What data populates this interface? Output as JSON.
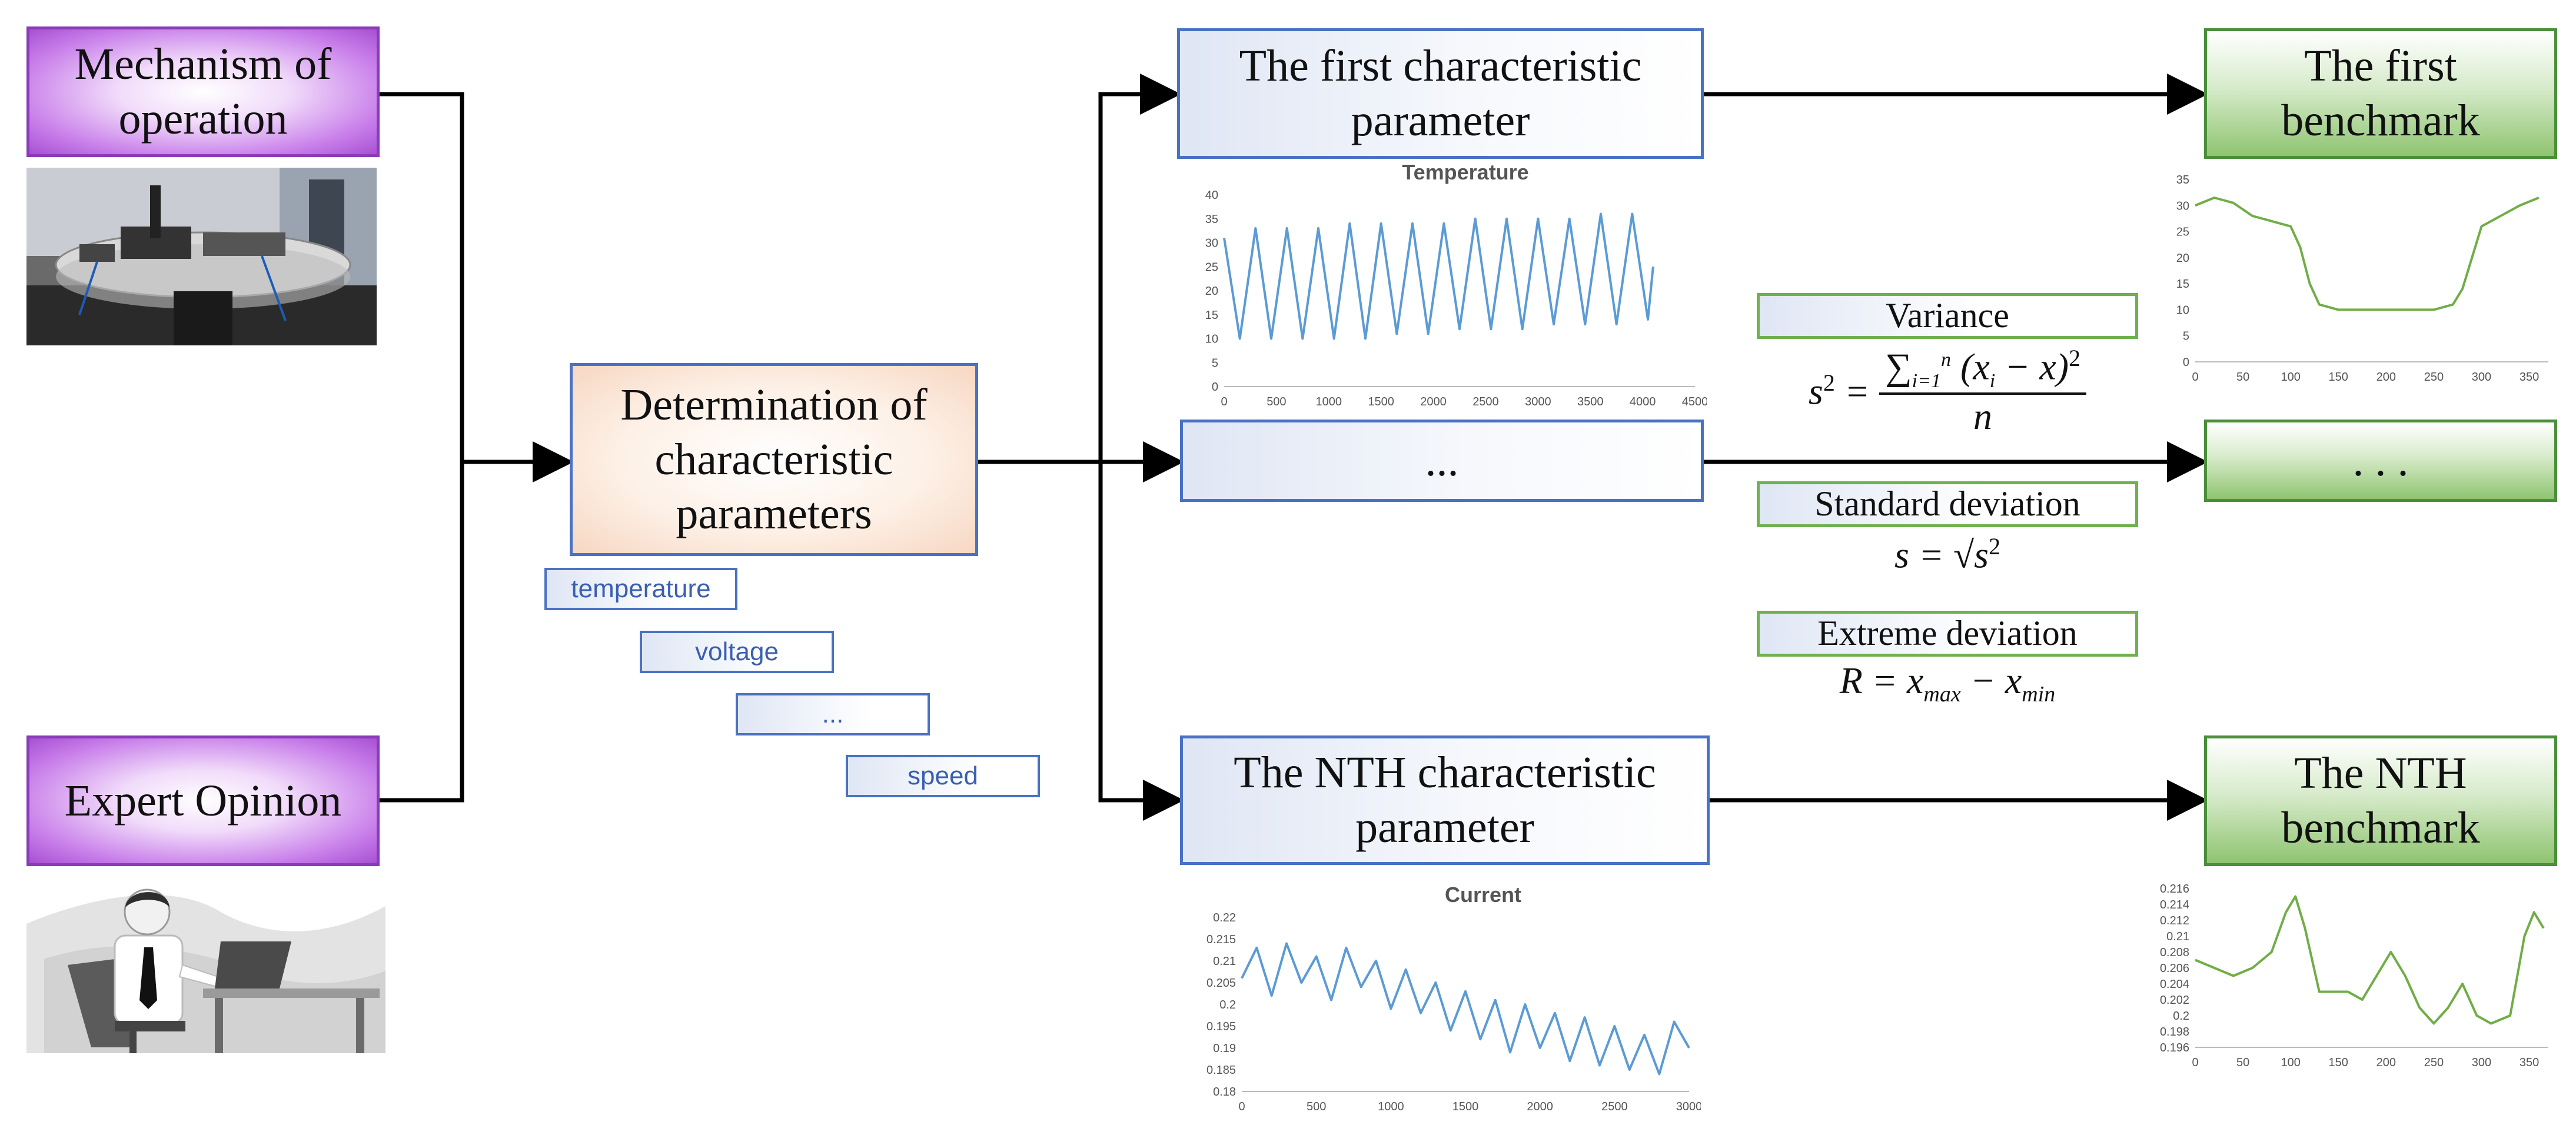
{
  "inputs": {
    "mechanism": "Mechanism of operation",
    "expert": "Expert Opinion"
  },
  "determination": {
    "label": "Determination of characteristic parameters",
    "tags": [
      "temperature",
      "voltage",
      "...",
      "speed"
    ]
  },
  "params": {
    "first": "The first characteristic parameter",
    "middle": "...",
    "nth": "The NTH characteristic parameter"
  },
  "benchmarks": {
    "first": "The first benchmark",
    "middle": ". . .",
    "nth": "The NTH benchmark"
  },
  "formulas": {
    "variance_label": "Variance",
    "std_label": "Standard deviation",
    "extreme_label": "Extreme deviation"
  },
  "icons": [
    "turntable-photo",
    "businessman-laptop-illustration"
  ],
  "colors": {
    "purple": "#a850d3",
    "blue_border": "#4a72c4",
    "green": "#8fc470",
    "chart_blue": "#5b9bd5",
    "chart_green": "#70ad47"
  },
  "chart_data": [
    {
      "id": "temperature",
      "type": "line",
      "title": "Temperature",
      "xlim": [
        0,
        4500
      ],
      "ylim": [
        0,
        40
      ],
      "xticks": [
        0,
        500,
        1000,
        1500,
        2000,
        2500,
        3000,
        3500,
        4000,
        4500
      ],
      "yticks": [
        0,
        5,
        10,
        15,
        20,
        25,
        30,
        35,
        40
      ],
      "x": [
        0,
        150,
        300,
        450,
        600,
        750,
        900,
        1050,
        1200,
        1350,
        1500,
        1650,
        1800,
        1950,
        2100,
        2250,
        2400,
        2550,
        2700,
        2850,
        3000,
        3150,
        3300,
        3450,
        3600,
        3750,
        3900,
        4050,
        4100
      ],
      "values": [
        31,
        10,
        33,
        10,
        33,
        10,
        33,
        10,
        34,
        10,
        34,
        11,
        34,
        11,
        34,
        12,
        35,
        12,
        35,
        12,
        35,
        13,
        35,
        13,
        36,
        13,
        36,
        14,
        25
      ],
      "color": "#5b9bd5"
    },
    {
      "id": "current",
      "type": "line",
      "title": "Current",
      "xlim": [
        0,
        3000
      ],
      "ylim": [
        0.18,
        0.22
      ],
      "xticks": [
        0,
        500,
        1000,
        1500,
        2000,
        2500,
        3000
      ],
      "yticks": [
        0.18,
        0.185,
        0.19,
        0.195,
        0.2,
        0.205,
        0.21,
        0.215,
        0.22
      ],
      "x": [
        0,
        100,
        200,
        300,
        400,
        500,
        600,
        700,
        800,
        900,
        1000,
        1100,
        1200,
        1300,
        1400,
        1500,
        1600,
        1700,
        1800,
        1900,
        2000,
        2100,
        2200,
        2300,
        2400,
        2500,
        2600,
        2700,
        2800,
        2900,
        3000
      ],
      "values": [
        0.206,
        0.213,
        0.202,
        0.214,
        0.205,
        0.211,
        0.201,
        0.213,
        0.204,
        0.21,
        0.199,
        0.208,
        0.198,
        0.205,
        0.194,
        0.203,
        0.192,
        0.201,
        0.189,
        0.2,
        0.19,
        0.198,
        0.187,
        0.197,
        0.186,
        0.195,
        0.185,
        0.193,
        0.184,
        0.196,
        0.19
      ],
      "color": "#5b9bd5"
    },
    {
      "id": "benchmark-first",
      "type": "line",
      "xlim": [
        0,
        370
      ],
      "ylim": [
        0,
        35
      ],
      "xticks": [
        0,
        50,
        100,
        150,
        200,
        250,
        300,
        350
      ],
      "yticks": [
        0,
        5,
        10,
        15,
        20,
        25,
        30,
        35
      ],
      "x": [
        0,
        20,
        40,
        60,
        80,
        100,
        110,
        120,
        130,
        150,
        200,
        250,
        270,
        280,
        290,
        300,
        320,
        340,
        360
      ],
      "values": [
        30,
        31.5,
        30.5,
        28,
        27,
        26,
        22,
        15,
        11,
        10,
        10,
        10,
        11,
        14,
        20,
        26,
        28,
        30,
        31.5
      ],
      "color": "#70ad47"
    },
    {
      "id": "benchmark-nth",
      "type": "line",
      "xlim": [
        0,
        370
      ],
      "ylim": [
        0.196,
        0.216
      ],
      "xticks": [
        0,
        50,
        100,
        150,
        200,
        250,
        300,
        350
      ],
      "yticks": [
        0.196,
        0.198,
        0.2,
        0.202,
        0.204,
        0.206,
        0.208,
        0.21,
        0.212,
        0.214,
        0.216
      ],
      "x": [
        0,
        20,
        40,
        60,
        80,
        95,
        105,
        115,
        130,
        145,
        160,
        175,
        190,
        205,
        220,
        235,
        250,
        265,
        280,
        295,
        310,
        330,
        345,
        355,
        365
      ],
      "values": [
        0.207,
        0.206,
        0.205,
        0.206,
        0.208,
        0.213,
        0.215,
        0.211,
        0.203,
        0.203,
        0.203,
        0.202,
        0.205,
        0.208,
        0.205,
        0.201,
        0.199,
        0.201,
        0.204,
        0.2,
        0.199,
        0.2,
        0.21,
        0.213,
        0.211
      ],
      "color": "#70ad47"
    }
  ]
}
